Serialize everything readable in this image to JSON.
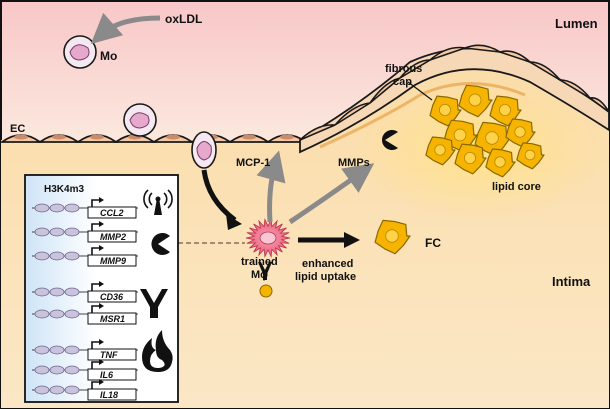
{
  "labels": {
    "lumen": "Lumen",
    "intima": "Intima",
    "oxldl": "oxLDL",
    "mo": "Mo",
    "ec": "EC",
    "fibrous_cap": [
      "fibrous",
      "cap"
    ],
    "lipid_core": "lipid core",
    "mcp1": "MCP-1",
    "mmps": "MMPs",
    "fc": "FC",
    "trained_mphi": [
      "trained",
      "Mφ"
    ],
    "enhanced_uptake": [
      "enhanced",
      "lipid uptake"
    ]
  },
  "panel": {
    "title": "H3K4m3",
    "genes": [
      "CCL2",
      "MMP2",
      "MMP9",
      "CD36",
      "MSR1",
      "TNF",
      "IL6",
      "IL18"
    ]
  },
  "icons": [
    "antenna-icon",
    "pacman-icon",
    "receptor-icon",
    "flame-icon"
  ],
  "colors": {
    "lumen_top": "#f7c9c9",
    "intima": "#fbe3b8",
    "lipid": "#f6b400",
    "macrophage": "#f06a86",
    "panel_bg": "#ffffff",
    "panel_highlight": "#cfe4f7"
  }
}
